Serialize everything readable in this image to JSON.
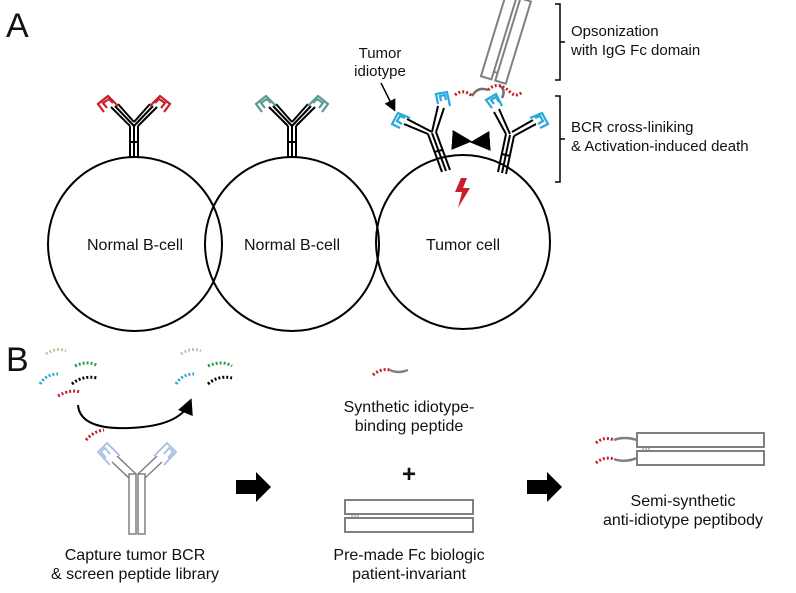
{
  "panel_a": {
    "letter": "A",
    "cells": [
      {
        "label": "Normal B-cell"
      },
      {
        "label": "Normal B-cell"
      },
      {
        "label": "Tumor cell"
      }
    ],
    "tumor_idiotype_label": [
      "Tumor",
      "idiotype"
    ],
    "opsonization_label": [
      "Opsonization",
      "with IgG Fc domain"
    ],
    "bcr_label": [
      "BCR cross-liniking",
      "& Activation-induced death"
    ]
  },
  "panel_b": {
    "letter": "B",
    "capture_label": [
      "Capture tumor BCR",
      "& screen peptide library"
    ],
    "synthetic_label": [
      "Synthetic idiotype-",
      "binding peptide"
    ],
    "plus": "+",
    "premade_label": [
      "Pre-made Fc biologic",
      "patient-invariant"
    ],
    "peptibody_label": [
      "Semi-synthetic",
      "anti-idiotype peptibody"
    ]
  },
  "colors": {
    "red": "#c8202a",
    "teal": "#5b9b92",
    "blue": "#29a8dc",
    "green": "#2e9b4a",
    "beige": "#c8bfa5",
    "gray": "#808080",
    "light_blue": "#a8bde0"
  }
}
